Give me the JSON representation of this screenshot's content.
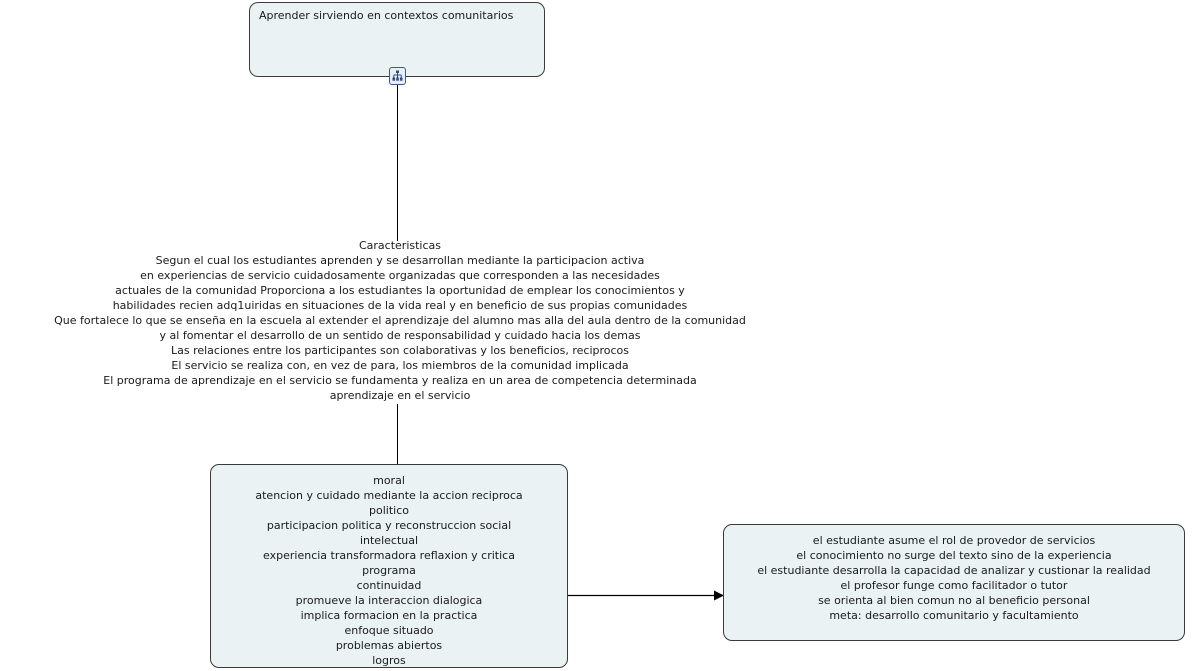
{
  "diagram": {
    "title": "Aprender sirviendo en contextos comunitarios",
    "background_color": "#ffffff",
    "node_fill_color": "#eaf2f4",
    "node_border_color": "#3a3a3a",
    "connector_color": "#000000",
    "badge_border_color": "#3b5a8c"
  },
  "nodes": {
    "root": {
      "label": "Aprender sirviendo en contextos comunitarios",
      "badge_icon": "hierarchy-icon"
    },
    "caracteristicas": {
      "text": "Caracteristicas\nSegun el cual los estudiantes aprenden y se desarrollan mediante la participacion activa\nen experiencias de servicio cuidadosamente organizadas que corresponden a las necesidades\nactuales de la comunidad  Proporciona a los estudiantes la oportunidad de emplear los conocimientos y\nhabilidades recien adq1uiridas en situaciones de la vida real y en beneficio de sus propias comunidades\nQue fortalece lo que se enseña en la escuela al extender el aprendizaje del alumno mas alla del aula dentro de la comunidad\ny al fomentar el desarrollo de un sentido de responsabilidad y cuidado hacia los demas\nLas relaciones entre los participantes son colaborativas y los beneficios, reciprocos\nEl servicio se realiza con, en vez de para, los miembros de la comunidad implicada\nEl programa de aprendizaje en el servicio se fundamenta y realiza en un area de competencia determinada\naprendizaje en el servicio"
    },
    "dimensiones": {
      "text": "moral\natencion y cuidado mediante la accion reciproca\npolitico\nparticipacion politica y reconstruccion social\nintelectual\nexperiencia transformadora reflaxion y critica\nprograma\ncontinuidad\npromueve la interaccion dialogica\nimplica formacion en la practica\nenfoque situado\nproblemas abiertos\nlogros"
    },
    "roles": {
      "text": "el estudiante asume el rol de provedor de servicios\nel conocimiento no surge del texto sino de la experiencia\nel estudiante desarrolla la capacidad de analizar y custionar la realidad\nel  profesor funge como facilitador  o tutor\nse orienta al bien comun no al beneficio personal\nmeta: desarrollo comunitario y facultamiento"
    }
  }
}
